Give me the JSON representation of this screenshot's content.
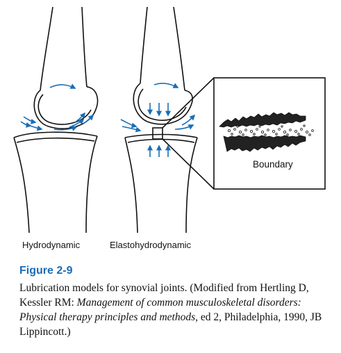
{
  "labels": {
    "hydrodynamic": "Hydrodynamic",
    "elastohydrodynamic": "Elastohydrodynamic",
    "boundary": "Boundary"
  },
  "figure": {
    "title": "Figure 2-9",
    "caption_part1": "Lubrication models for synovial joints. (Modified from Hertling D, Kessler RM: ",
    "caption_italic": "Management of common musculoskeletal disorders: Physical therapy principles and methods,",
    "caption_part2": " ed 2, Philadelphia, 1990, JB Lippincott.)"
  },
  "colors": {
    "arrow": "#1a6db5",
    "line": "#111111",
    "title": "#1a6db5"
  }
}
